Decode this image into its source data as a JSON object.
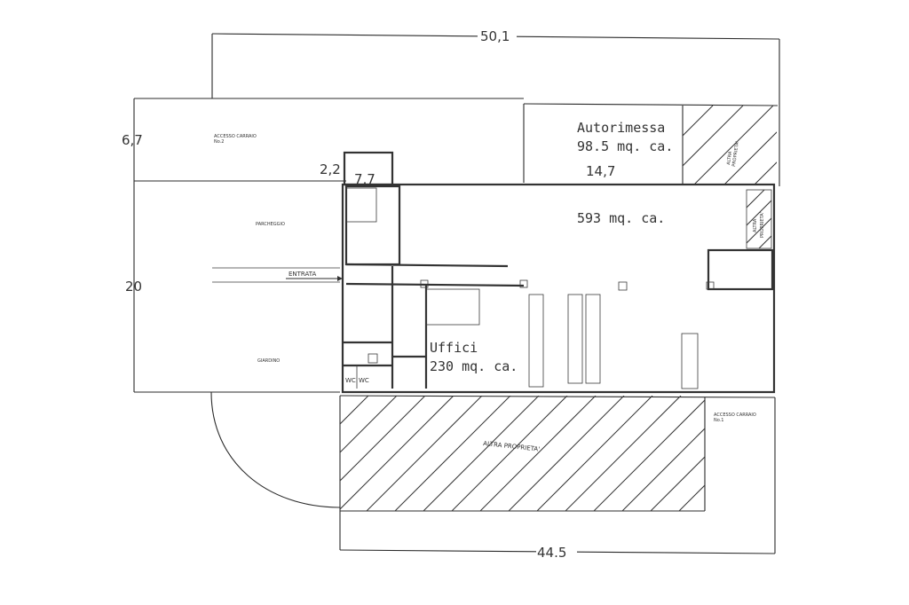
{
  "dimensions": {
    "top": "50,1",
    "left_upper": "6,7",
    "left_lower": "20",
    "small_a": "2,2",
    "small_b": "7,7",
    "garage_width": "14,7",
    "bottom": "44.5"
  },
  "rooms": {
    "garage_title": "Autorimessa",
    "garage_area": "98.5 mq. ca.",
    "main_area": "593 mq. ca.",
    "offices_title": "Uffici",
    "offices_area": "230 mq. ca.",
    "wc_1": "WC",
    "wc_2": "WC"
  },
  "labels": {
    "accesso_carraio_1_line1": "ACCESSO CARRAIO",
    "accesso_carraio_1_line2": "No.2",
    "accesso_carraio_2_line1": "ACCESSO CARRAIO",
    "accesso_carraio_2_line2": "No.1",
    "parcheggio": "PARCHEGGIO",
    "giardino": "GIARDINO",
    "entrata": "ENTRATA",
    "altra_proprieta_bottom": "ALTRA PROPRIETA'",
    "altra_proprieta_top_1": "ALTRA",
    "altra_proprieta_top_2": "PROPRIETA'",
    "altra_proprieta_right_1": "ALTRA",
    "altra_proprieta_right_2": "PROPRIETA'"
  }
}
